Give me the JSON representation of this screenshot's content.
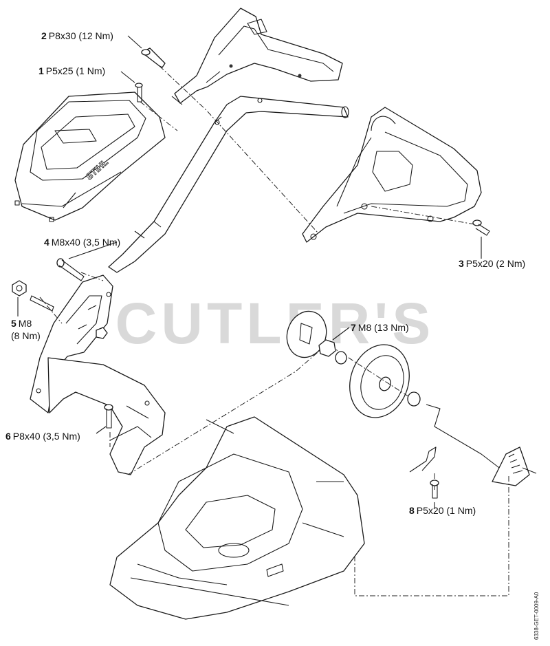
{
  "watermark": "CUTLER'S",
  "drawing_code": "6338-GET-0009-A0",
  "parts": [
    {
      "num": "1",
      "spec": "P5x25 (1 Nm)"
    },
    {
      "num": "2",
      "spec": "P8x30 (12 Nm)"
    },
    {
      "num": "3",
      "spec": "P5x20 (2 Nm)"
    },
    {
      "num": "4",
      "spec": "M8x40 (3,5 Nm)"
    },
    {
      "num": "5",
      "spec": "M8",
      "spec2": "(8 Nm)"
    },
    {
      "num": "6",
      "spec": "P8x40 (3,5 Nm)"
    },
    {
      "num": "7",
      "spec": "M8 (13 Nm)"
    },
    {
      "num": "8",
      "spec": "P5x20 (1 Nm)"
    }
  ],
  "icons": {
    "brand_logo_text": "STIHL"
  }
}
